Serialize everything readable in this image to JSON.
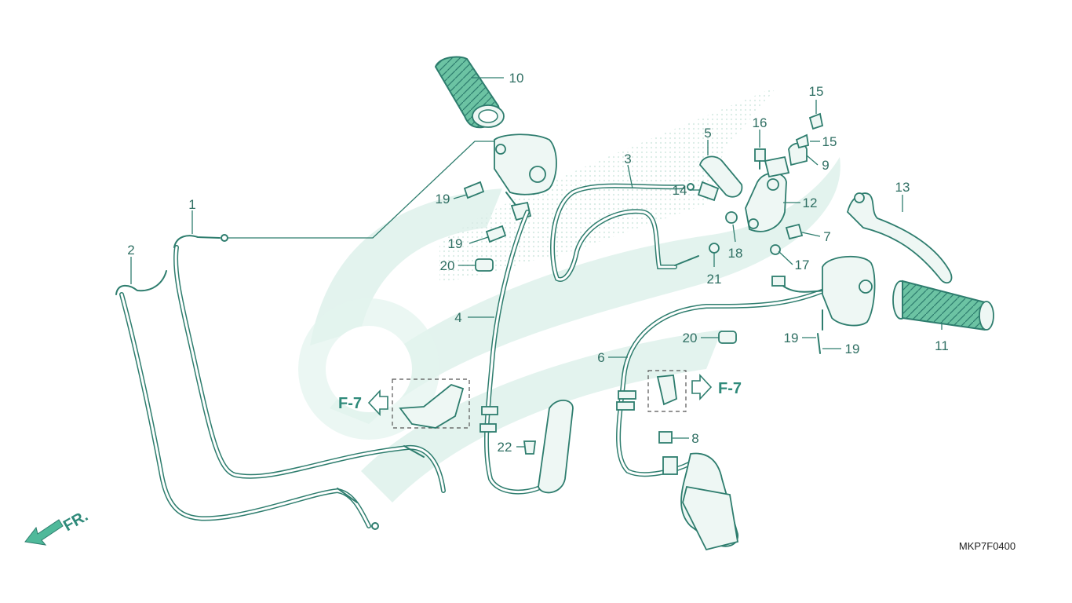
{
  "callouts": [
    {
      "id": "c1",
      "num": "1"
    },
    {
      "id": "c2",
      "num": "2"
    },
    {
      "id": "c3",
      "num": "3"
    },
    {
      "id": "c4",
      "num": "4"
    },
    {
      "id": "c5",
      "num": "5"
    },
    {
      "id": "c6",
      "num": "6"
    },
    {
      "id": "c7",
      "num": "7"
    },
    {
      "id": "c8",
      "num": "8"
    },
    {
      "id": "c9",
      "num": "9"
    },
    {
      "id": "c10",
      "num": "10"
    },
    {
      "id": "c11",
      "num": "11"
    },
    {
      "id": "c12",
      "num": "12"
    },
    {
      "id": "c13",
      "num": "13"
    },
    {
      "id": "c14",
      "num": "14"
    },
    {
      "id": "c15a",
      "num": "15"
    },
    {
      "id": "c15b",
      "num": "15"
    },
    {
      "id": "c16",
      "num": "16"
    },
    {
      "id": "c17",
      "num": "17"
    },
    {
      "id": "c18",
      "num": "18"
    },
    {
      "id": "c19a",
      "num": "19"
    },
    {
      "id": "c19b",
      "num": "19"
    },
    {
      "id": "c19c",
      "num": "19"
    },
    {
      "id": "c19d",
      "num": "19"
    },
    {
      "id": "c20a",
      "num": "20"
    },
    {
      "id": "c20b",
      "num": "20"
    },
    {
      "id": "c21",
      "num": "21"
    },
    {
      "id": "c22",
      "num": "22"
    }
  ],
  "frame_refs": {
    "left": "F-7",
    "right": "F-7"
  },
  "direction_label": "FR.",
  "diagram_code": "MKP7F0400",
  "colors": {
    "line": "#2e7d6e",
    "label": "#2f6f63",
    "watermark": "#e3f3ee"
  }
}
